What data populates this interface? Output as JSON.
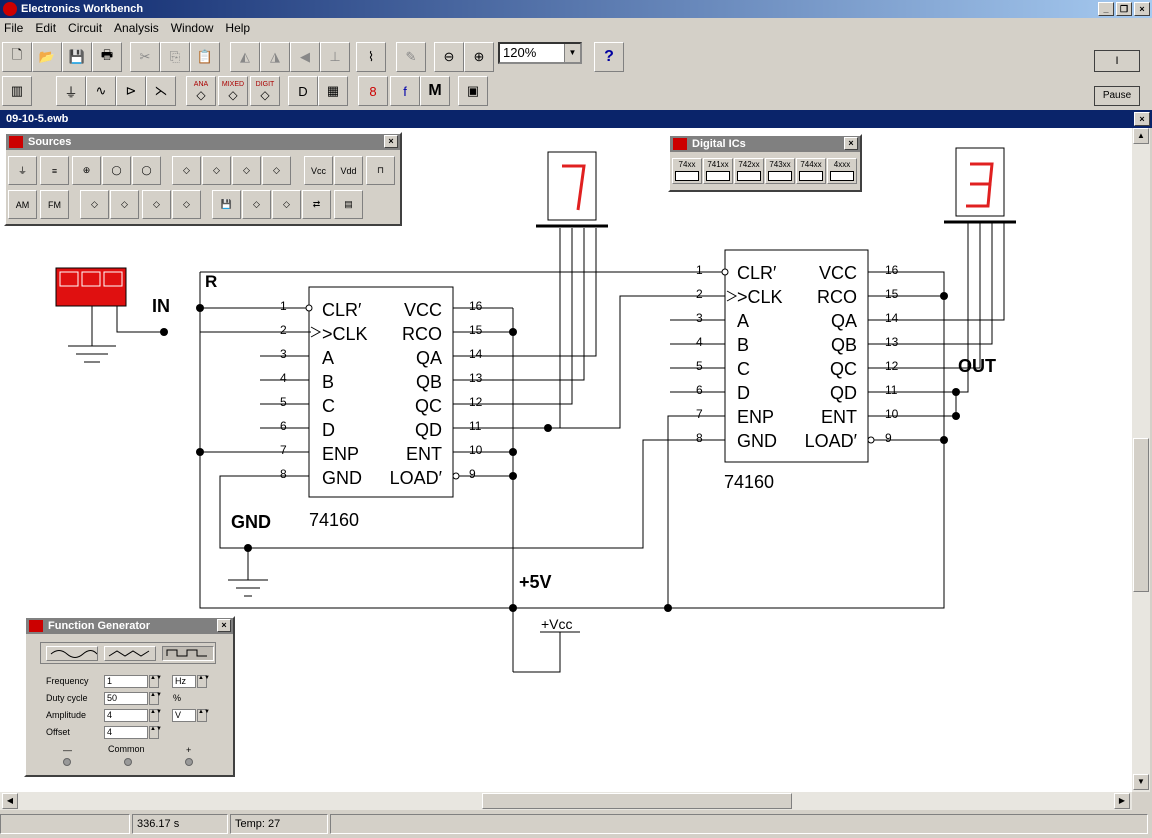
{
  "app": {
    "title": "Electronics Workbench"
  },
  "menu": [
    "File",
    "Edit",
    "Circuit",
    "Analysis",
    "Window",
    "Help"
  ],
  "toolbar": {
    "zoom": "120%",
    "help": "?",
    "pause": "Pause",
    "power": "I"
  },
  "toolbar2": {
    "ana": "ANA",
    "mixed": "MIXED",
    "digit": "DIGIT",
    "m": "M"
  },
  "document": {
    "title": "09-10-5.ewb"
  },
  "sources_palette": {
    "title": "Sources",
    "vcc": "Vcc",
    "vdd": "Vdd",
    "am": "AM",
    "fm": "FM"
  },
  "digital_ics": {
    "title": "Digital ICs",
    "items": [
      "74xx",
      "741xx",
      "742xx",
      "743xx",
      "744xx",
      "4xxx"
    ]
  },
  "function_generator": {
    "title": "Function Generator",
    "rows": [
      {
        "label": "Frequency",
        "value": "1",
        "unit": "Hz"
      },
      {
        "label": "Duty cycle",
        "value": "50",
        "unit": "%"
      },
      {
        "label": "Amplitude",
        "value": "4",
        "unit": "V"
      },
      {
        "label": "Offset",
        "value": "4",
        "unit": ""
      }
    ],
    "terminals": {
      "minus": "—",
      "common": "Common",
      "plus": "+"
    }
  },
  "schematic": {
    "labels": {
      "r": "R",
      "in": "IN",
      "gnd": "GND",
      "plus5v": "+5V",
      "out": "OUT",
      "vcc": "+Vcc"
    },
    "ic_part": "74160",
    "left_pins": [
      "CLR′",
      ">CLK",
      "A",
      "B",
      "C",
      "D",
      "ENP",
      "GND"
    ],
    "left_pin_nums": [
      "1",
      "2",
      "3",
      "4",
      "5",
      "6",
      "7",
      "8"
    ],
    "right_pins": [
      "VCC",
      "RCO",
      "QA",
      "QB",
      "QC",
      "QD",
      "ENT",
      "LOAD′"
    ],
    "right_pin_nums": [
      "16",
      "15",
      "14",
      "13",
      "12",
      "11",
      "10",
      "9"
    ],
    "display1": "7",
    "display2": "3"
  },
  "status": {
    "cell1": "",
    "time": "336.17 s",
    "temp": "Temp:  27",
    "cell4": ""
  }
}
